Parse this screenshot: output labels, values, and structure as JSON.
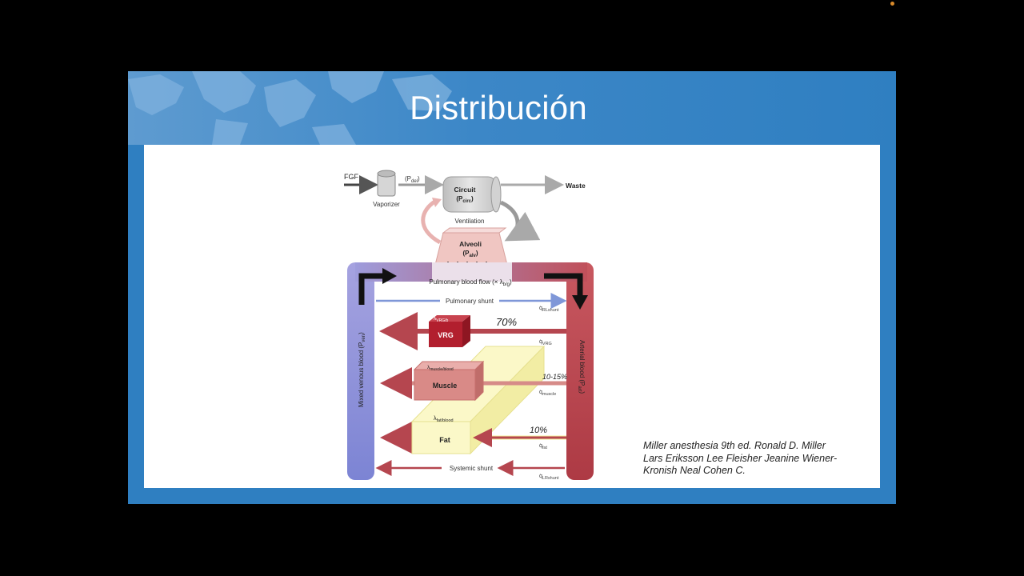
{
  "slide": {
    "title": "Distribución",
    "citation": [
      "Miller anesthesia 9th ed. Ronald D. Miller",
      "Lars Eriksson Lee Fleisher Jeanine Wiener-",
      "Kronish Neal Cohen C."
    ]
  },
  "diagram": {
    "fgf": "FGF",
    "pdel": "(P",
    "pdel_sub": "del",
    "vaporizer": "Vaporizer",
    "circuit": "Circuit",
    "circuit_p": "(P",
    "circuit_sub": "circ",
    "waste": "Waste",
    "ventilation": "Ventilation",
    "alveoli": "Alveoli",
    "alveoli_p": "(P",
    "alveoli_sub": "alv",
    "pulmonary_blood_flow": "Pulmonary blood flow (× λ",
    "pbf_sub": "b/g",
    "pulmonary_shunt": "Pulmonary shunt",
    "q_rl_shunt_sub": "RLshunt",
    "vrg": "VRG",
    "lambda_vrg_sub": "VRG/b",
    "q_vrg_sub": "VRG",
    "muscle": "Muscle",
    "lambda_muscle_sub": "muscle/blood",
    "q_muscle_sub": "muscle",
    "fat": "Fat",
    "lambda_fat_sub": "fat/blood",
    "q_fat_sub": "fat",
    "systemic_shunt": "Systemic shunt",
    "q_lr_shunt_sub": "LRshunt",
    "mixed_venous": "Mixed venous blood (P",
    "mixed_venous_sub": "ven",
    "arterial": "Arterial blood (P",
    "arterial_sub": "art",
    "handwritten_vrg": "70%",
    "handwritten_muscle": "10-15%",
    "handwritten_fat": "10%"
  },
  "colors": {
    "slide_blue": "#2f7fc1",
    "venous": "#8c8fd8",
    "arterial": "#b8444c",
    "vrg": "#b21f2e",
    "muscle": "#d98a87",
    "fat": "#f8f4b8"
  }
}
